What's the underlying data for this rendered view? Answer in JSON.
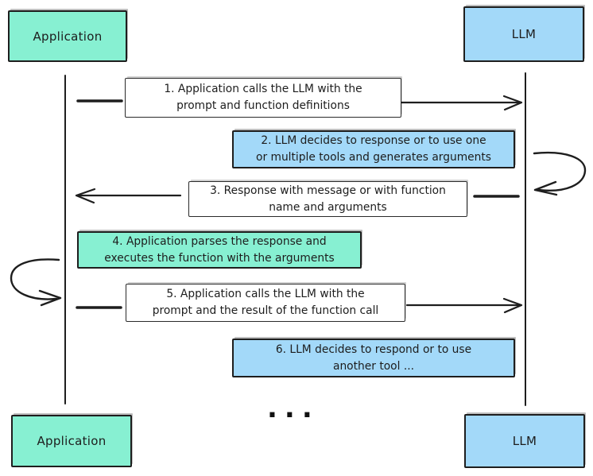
{
  "colors": {
    "teal": "#87f0d2",
    "blue": "#a3d9f9",
    "stroke": "#1e1e1e",
    "background": "#ffffff"
  },
  "actors": {
    "application_top": {
      "label": "Application"
    },
    "llm_top": {
      "label": "LLM"
    },
    "application_bottom": {
      "label": "Application"
    },
    "llm_bottom": {
      "label": "LLM"
    }
  },
  "messages": [
    {
      "id": 1,
      "fill": "white",
      "arrow": "application-to-llm",
      "lines": [
        "1. Application calls the LLM with the",
        "prompt and function definitions"
      ]
    },
    {
      "id": 2,
      "fill": "blue",
      "arrow": "llm-self-loop",
      "lines": [
        "2. LLM decides to response or to use one",
        "or multiple tools and generates arguments"
      ]
    },
    {
      "id": 3,
      "fill": "white",
      "arrow": "llm-to-application",
      "lines": [
        "3. Response with message or with function",
        "name and arguments"
      ]
    },
    {
      "id": 4,
      "fill": "teal",
      "arrow": "application-self-loop",
      "lines": [
        "4. Application parses the response and",
        "executes the function with the arguments"
      ]
    },
    {
      "id": 5,
      "fill": "white",
      "arrow": "application-to-llm",
      "lines": [
        "5. Application calls the LLM with the",
        "prompt and the result of the function call"
      ]
    },
    {
      "id": 6,
      "fill": "blue",
      "arrow": "none",
      "lines": [
        "6. LLM decides to respond or to use",
        "another tool ..."
      ]
    }
  ],
  "ellipsis": "..."
}
